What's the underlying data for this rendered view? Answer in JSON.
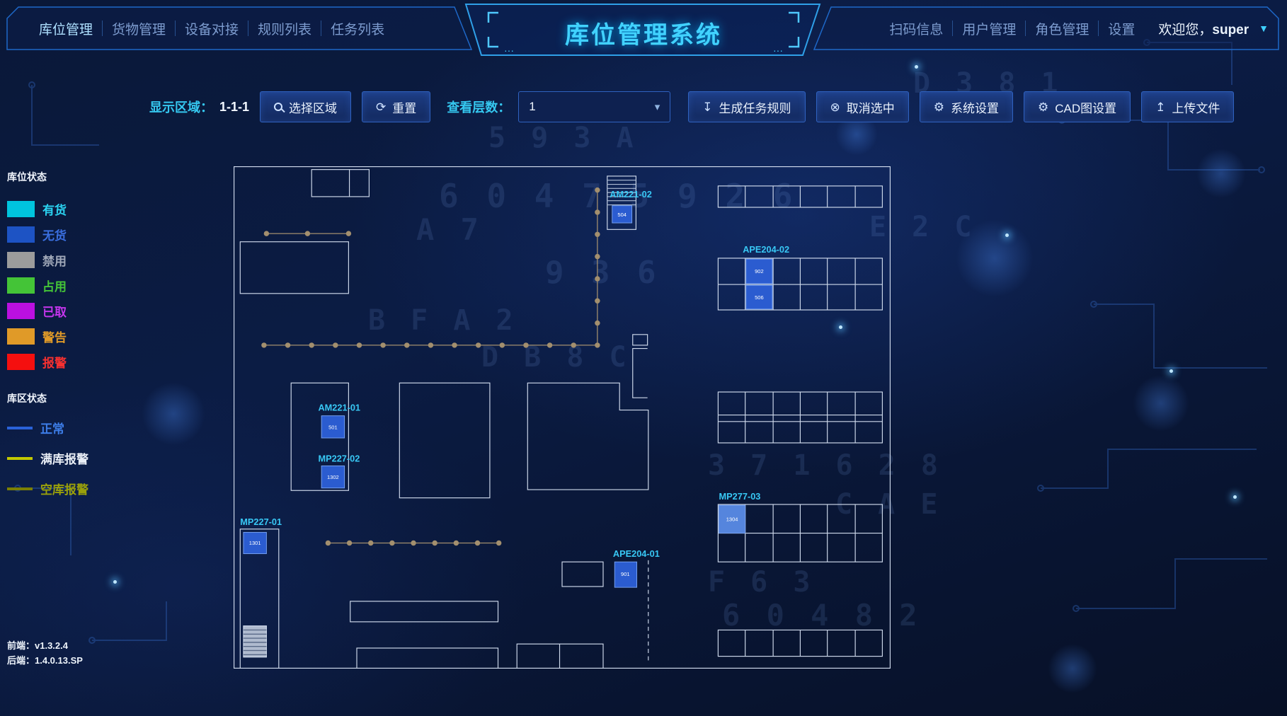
{
  "app": {
    "title": "库位管理系统"
  },
  "header_decor": {
    "dots": "···"
  },
  "nav": {
    "left": [
      {
        "label": "库位管理"
      },
      {
        "label": "货物管理"
      },
      {
        "label": "设备对接"
      },
      {
        "label": "规则列表"
      },
      {
        "label": "任务列表"
      }
    ],
    "right": [
      {
        "label": "扫码信息"
      },
      {
        "label": "用户管理"
      },
      {
        "label": "角色管理"
      },
      {
        "label": "设置"
      }
    ],
    "welcome_prefix": "欢迎您，",
    "username": "super"
  },
  "toolbar": {
    "display_area_label": "显示区域：",
    "display_area_value": "1-1-1",
    "select_area_button": "选择区域",
    "reset_button": "重置",
    "layer_label": "查看层数：",
    "layer_value": "1",
    "generate_rule_button": "生成任务规则",
    "cancel_select_button": "取消选中",
    "system_settings_button": "系统设置",
    "cad_settings_button": "CAD图设置",
    "upload_button": "上传文件"
  },
  "legend": {
    "slot_title": "库位状态",
    "slot_statuses": [
      {
        "label": "有货",
        "color": "#00c4de",
        "text_color": "#2bd4f2"
      },
      {
        "label": "无货",
        "color": "#1d53c4",
        "text_color": "#3a6fe0"
      },
      {
        "label": "禁用",
        "color": "#9c9c9c",
        "text_color": "#a0a8b8"
      },
      {
        "label": "占用",
        "color": "#44c437",
        "text_color": "#44c437"
      },
      {
        "label": "已取",
        "color": "#bb10e0",
        "text_color": "#c435ec"
      },
      {
        "label": "警告",
        "color": "#e09a28",
        "text_color": "#e09a28"
      },
      {
        "label": "报警",
        "color": "#f50f0f",
        "text_color": "#f53030"
      }
    ],
    "zone_title": "库区状态",
    "zone_statuses": [
      {
        "label": "正常",
        "color": "#2a62d8",
        "text_color": "#3d7de8"
      },
      {
        "label": "满库报警",
        "color": "#c3c900",
        "text_color": "#e8edf5"
      },
      {
        "label": "空库报警",
        "color": "#7b8004",
        "text_color": "#9aa00a"
      }
    ]
  },
  "versions": {
    "frontend": "前端：v1.3.2.4",
    "backend": "后端：1.4.0.13.SP"
  },
  "map": {
    "stations": [
      {
        "id": "AM221-02",
        "cell": "504"
      },
      {
        "id": "APE204-02",
        "cell_top": "902",
        "cell_bottom": "506"
      },
      {
        "id": "AM221-01",
        "cell": "501"
      },
      {
        "id": "MP227-02",
        "cell": "1302"
      },
      {
        "id": "MP277-03",
        "cell": "1304"
      },
      {
        "id": "MP227-01",
        "cell": "1301"
      },
      {
        "id": "APE204-01",
        "cell": "901"
      }
    ]
  },
  "background": {
    "glyphs": [
      "6 0 4 7  5 9 2 6",
      "A 7",
      "E 2 C",
      "9 3 6",
      "B F  A 2",
      "D  B 8  C",
      "5 9 3  A",
      "3 7 1  6 2 8",
      "6 0 4 8 2",
      "F 6 3",
      "C  A E",
      "D 3 8 1"
    ]
  }
}
